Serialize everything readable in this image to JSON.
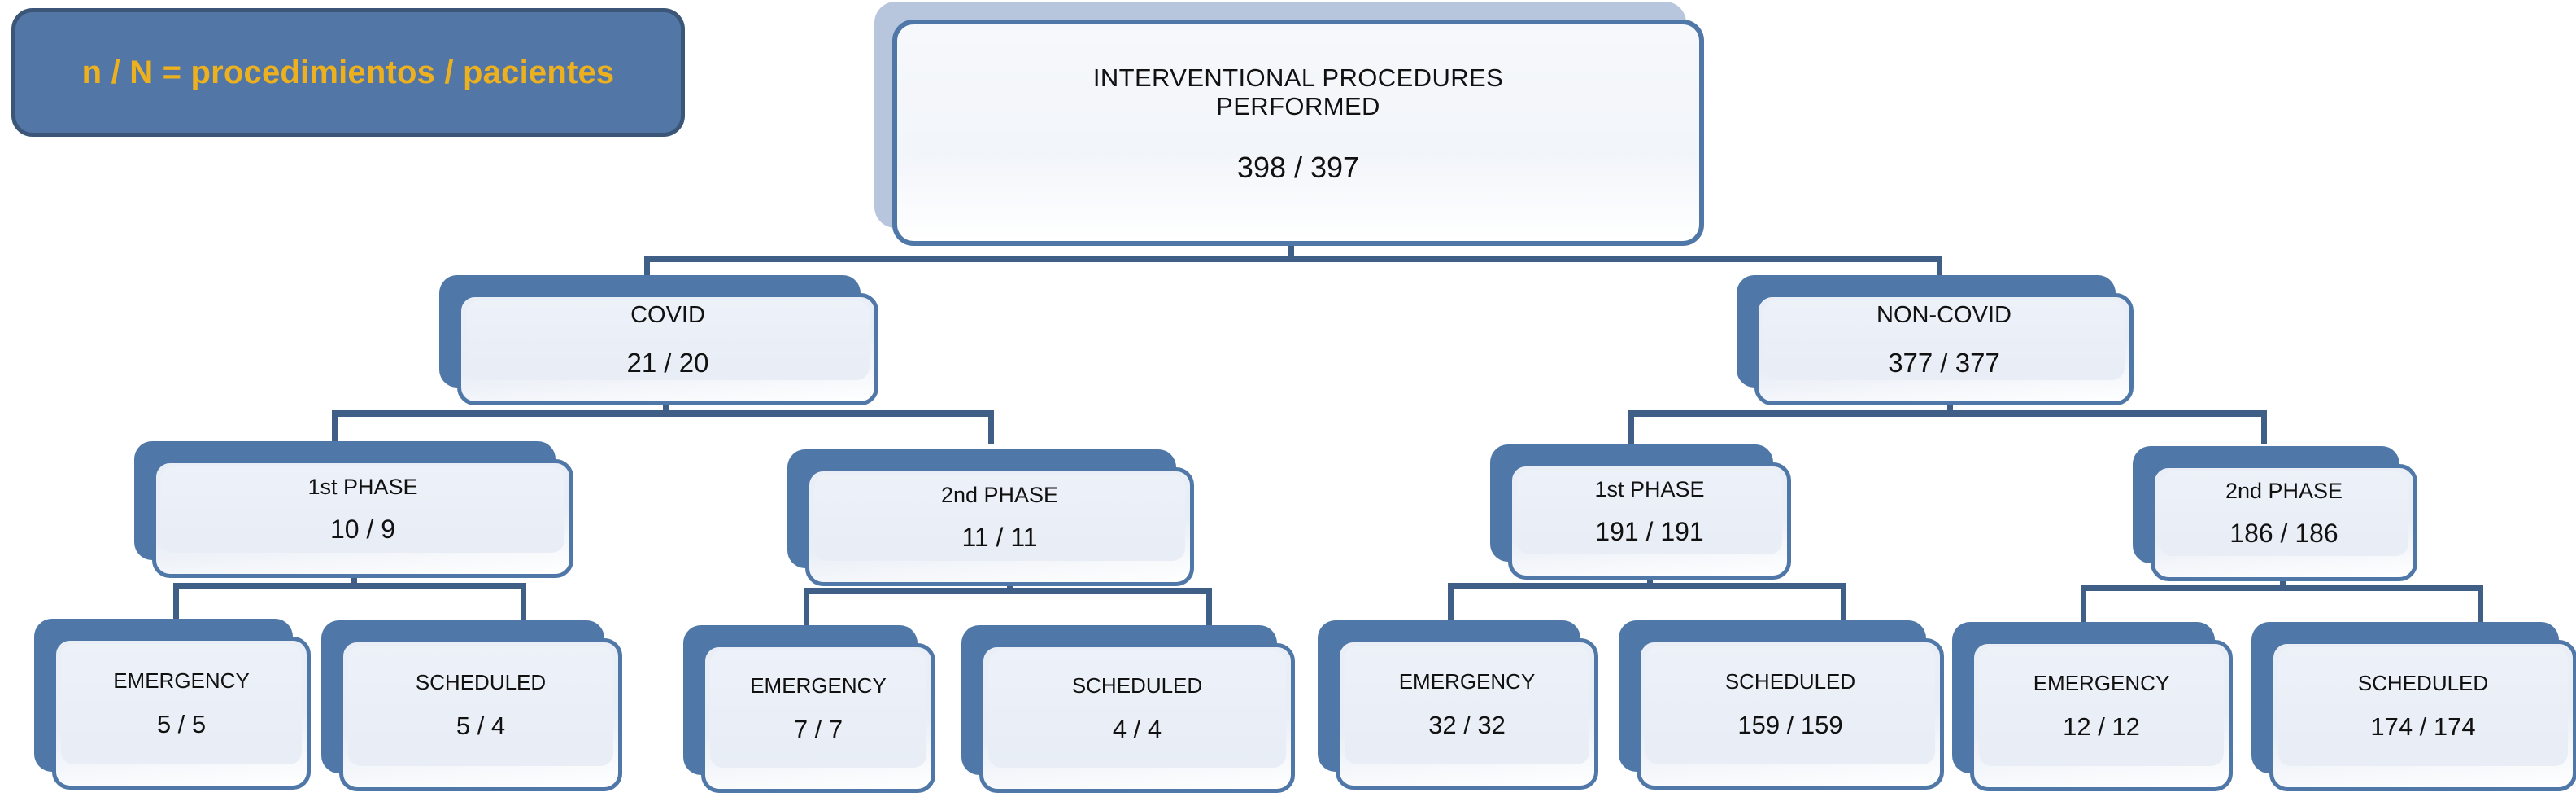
{
  "colors": {
    "node_blue": "#4f77a8",
    "connector": "#3f5f87",
    "legend_fill": "#5276a6",
    "legend_border": "#3c5678",
    "legend_text": "#edb01e",
    "face_fill": "#eaeff7",
    "text": "#111111",
    "background": "#ffffff"
  },
  "legend": {
    "text": "n / N = procedimientos / pacientes"
  },
  "chart_data": {
    "type": "table",
    "title": "INTERVENTIONAL PROCEDURES PERFORMED",
    "note": "n / N = procedimientos / pacientes",
    "nodes": [
      {
        "id": "root",
        "label": "INTERVENTIONAL PROCEDURES\nPERFORMED",
        "n": 398,
        "N": 397,
        "value": "398 /  397",
        "level": 0,
        "parent": null
      },
      {
        "id": "covid",
        "label": "COVID",
        "n": 21,
        "N": 20,
        "value": "21  / 20",
        "level": 1,
        "parent": "root"
      },
      {
        "id": "noncovid",
        "label": "NON-COVID",
        "n": 377,
        "N": 377,
        "value": "377 / 377",
        "level": 1,
        "parent": "root"
      },
      {
        "id": "covid-p1",
        "label": "1st PHASE",
        "n": 10,
        "N": 9,
        "value": "10  / 9",
        "level": 2,
        "parent": "covid"
      },
      {
        "id": "covid-p2",
        "label": "2nd PHASE",
        "n": 11,
        "N": 11,
        "value": "11 / 11",
        "level": 2,
        "parent": "covid"
      },
      {
        "id": "noncovid-p1",
        "label": "1st PHASE",
        "n": 191,
        "N": 191,
        "value": "191 / 191",
        "level": 2,
        "parent": "noncovid"
      },
      {
        "id": "noncovid-p2",
        "label": "2nd PHASE",
        "n": 186,
        "N": 186,
        "value": "186 / 186",
        "level": 2,
        "parent": "noncovid"
      },
      {
        "id": "covid-p1-emg",
        "label": "EMERGENCY",
        "n": 5,
        "N": 5,
        "value": "5 / 5",
        "level": 3,
        "parent": "covid-p1"
      },
      {
        "id": "covid-p1-sch",
        "label": "SCHEDULED",
        "n": 5,
        "N": 4,
        "value": "5 / 4",
        "level": 3,
        "parent": "covid-p1"
      },
      {
        "id": "covid-p2-emg",
        "label": "EMERGENCY",
        "n": 7,
        "N": 7,
        "value": "7 / 7",
        "level": 3,
        "parent": "covid-p2"
      },
      {
        "id": "covid-p2-sch",
        "label": "SCHEDULED",
        "n": 4,
        "N": 4,
        "value": "4 / 4",
        "level": 3,
        "parent": "covid-p2"
      },
      {
        "id": "noncovid-p1-emg",
        "label": "EMERGENCY",
        "n": 32,
        "N": 32,
        "value": "32 / 32",
        "level": 3,
        "parent": "noncovid-p1"
      },
      {
        "id": "noncovid-p1-sch",
        "label": "SCHEDULED",
        "n": 159,
        "N": 159,
        "value": "159 / 159",
        "level": 3,
        "parent": "noncovid-p1"
      },
      {
        "id": "noncovid-p2-emg",
        "label": "EMERGENCY",
        "n": 12,
        "N": 12,
        "value": "12 / 12",
        "level": 3,
        "parent": "noncovid-p2"
      },
      {
        "id": "noncovid-p2-sch",
        "label": "SCHEDULED",
        "n": 174,
        "N": 174,
        "value": "174 / 174",
        "level": 3,
        "parent": "noncovid-p2"
      }
    ]
  },
  "nodes": {
    "root": {
      "label": "INTERVENTIONAL PROCEDURES\nPERFORMED",
      "value": "398 /  397"
    },
    "covid": {
      "label": "COVID",
      "value": "21  / 20"
    },
    "noncovid": {
      "label": "NON-COVID",
      "value": "377 / 377"
    },
    "covid_p1": {
      "label": "1st PHASE",
      "value": "10  / 9"
    },
    "covid_p2": {
      "label": "2nd PHASE",
      "value": "11 / 11"
    },
    "noncovid_p1": {
      "label": "1st PHASE",
      "value": "191 / 191"
    },
    "noncovid_p2": {
      "label": "2nd PHASE",
      "value": "186 / 186"
    },
    "covid_p1_emg": {
      "label": "EMERGENCY",
      "value": "5 / 5"
    },
    "covid_p1_sch": {
      "label": "SCHEDULED",
      "value": "5 / 4"
    },
    "covid_p2_emg": {
      "label": "EMERGENCY",
      "value": "7 / 7"
    },
    "covid_p2_sch": {
      "label": "SCHEDULED",
      "value": "4 / 4"
    },
    "noncovid_p1_emg": {
      "label": "EMERGENCY",
      "value": "32 / 32"
    },
    "noncovid_p1_sch": {
      "label": "SCHEDULED",
      "value": "159 / 159"
    },
    "noncovid_p2_emg": {
      "label": "EMERGENCY",
      "value": "12 / 12"
    },
    "noncovid_p2_sch": {
      "label": "SCHEDULED",
      "value": "174 / 174"
    }
  }
}
